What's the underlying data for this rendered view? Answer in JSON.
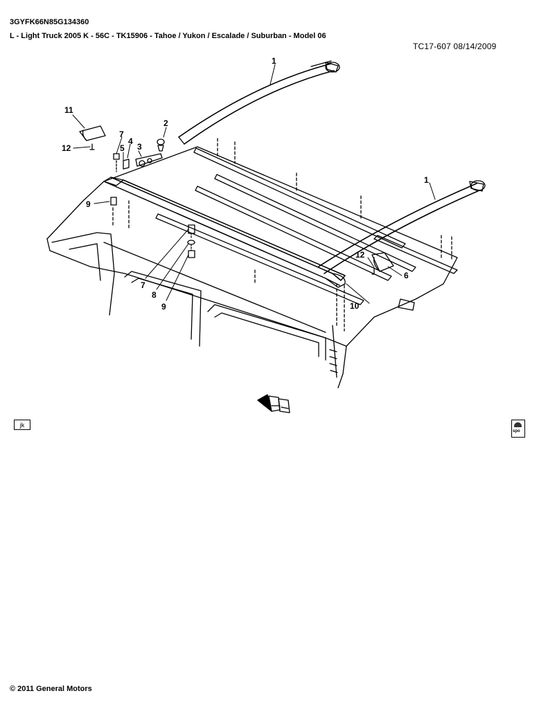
{
  "header": {
    "vin": "3GYFK66N85G134360",
    "description": "L - Light Truck 2005 K - 56C - TK15906 - Tahoe / Yukon / Escalade / Suburban - Model 06",
    "reference": "TC17-607  08/14/2009"
  },
  "callouts": [
    "1",
    "1",
    "2",
    "3",
    "4",
    "5",
    "6",
    "7",
    "7",
    "8",
    "9",
    "9",
    "9",
    "10",
    "11",
    "12",
    "12"
  ],
  "left_badge": "jk",
  "right_badge": "spo",
  "footer": {
    "copyright": "© 2011 General Motors"
  },
  "icons": [
    "view-direction-arrow-icon",
    "spo-badge-icon"
  ]
}
